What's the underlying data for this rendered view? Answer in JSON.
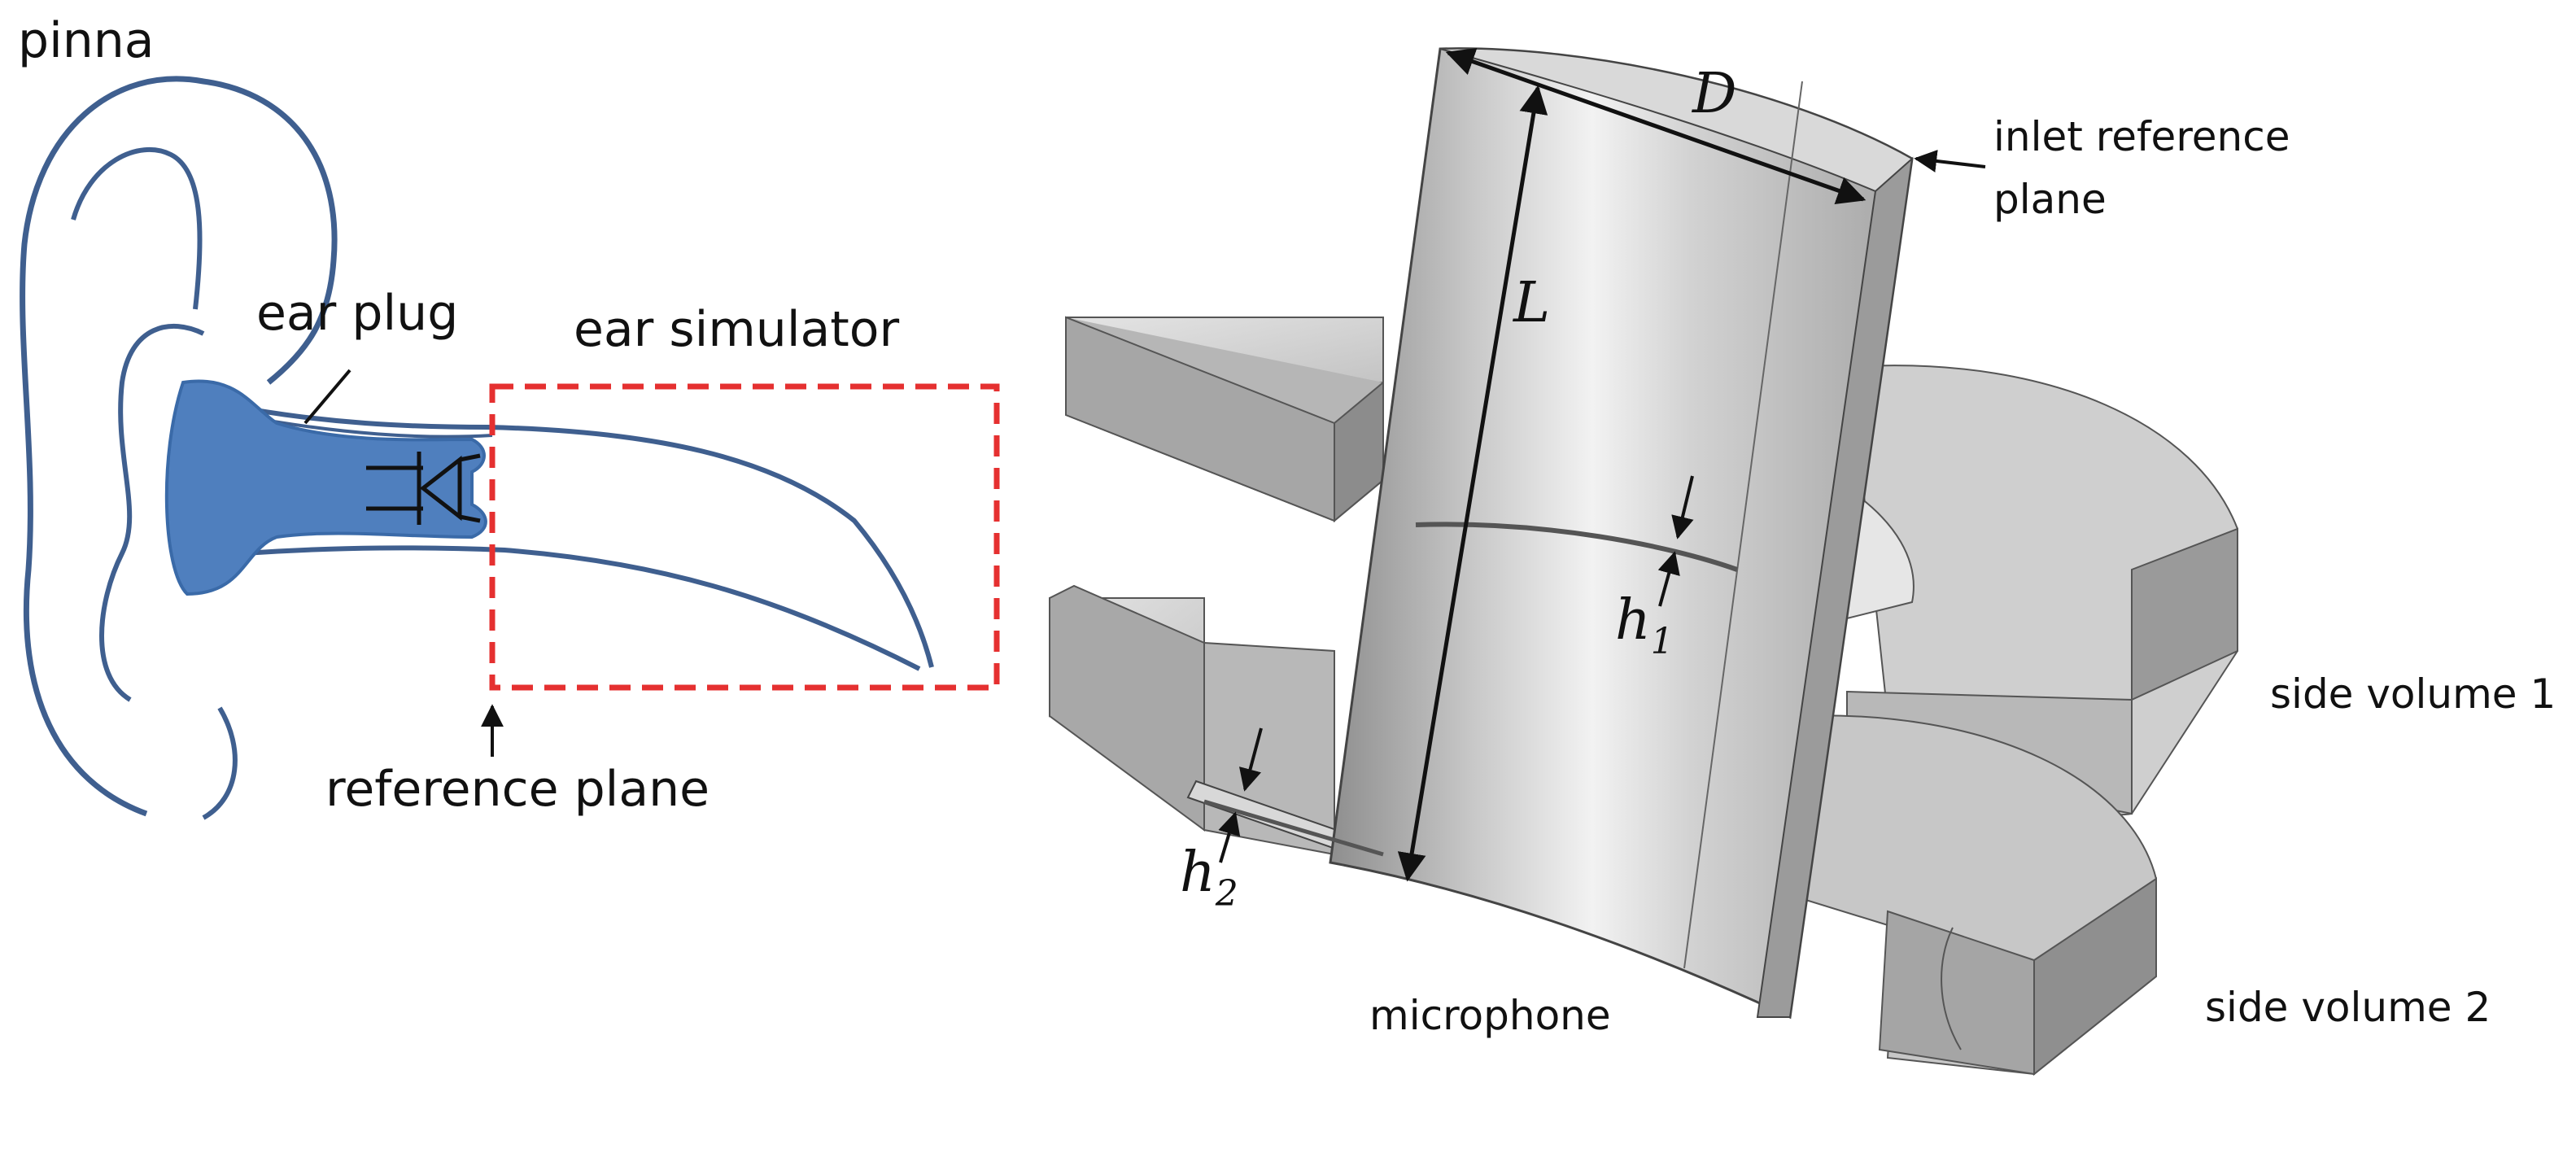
{
  "colors": {
    "ear_outline": "#3f5f8f",
    "ear_plug": "#4f7fbe",
    "reference_box": "#e53030",
    "cavity_light": "#dedede",
    "cavity_mid": "#b9b9b9",
    "cavity_dark": "#8c8c8c",
    "outline": "#222222"
  },
  "labels": {
    "pinna": "pinna",
    "ear_plug": "ear plug",
    "ear_simulator": "ear simulator",
    "reference_plane": "reference plane",
    "inlet_reference_plane_line1": "inlet reference",
    "inlet_reference_plane_line2": "plane",
    "side_volume_1": "side volume 1",
    "side_volume_2": "side volume 2",
    "microphone": "microphone"
  },
  "dimensions": {
    "D": "D",
    "L": "L",
    "h1_base": "h",
    "h1_sub": "1",
    "h2_base": "h",
    "h2_sub": "2"
  }
}
